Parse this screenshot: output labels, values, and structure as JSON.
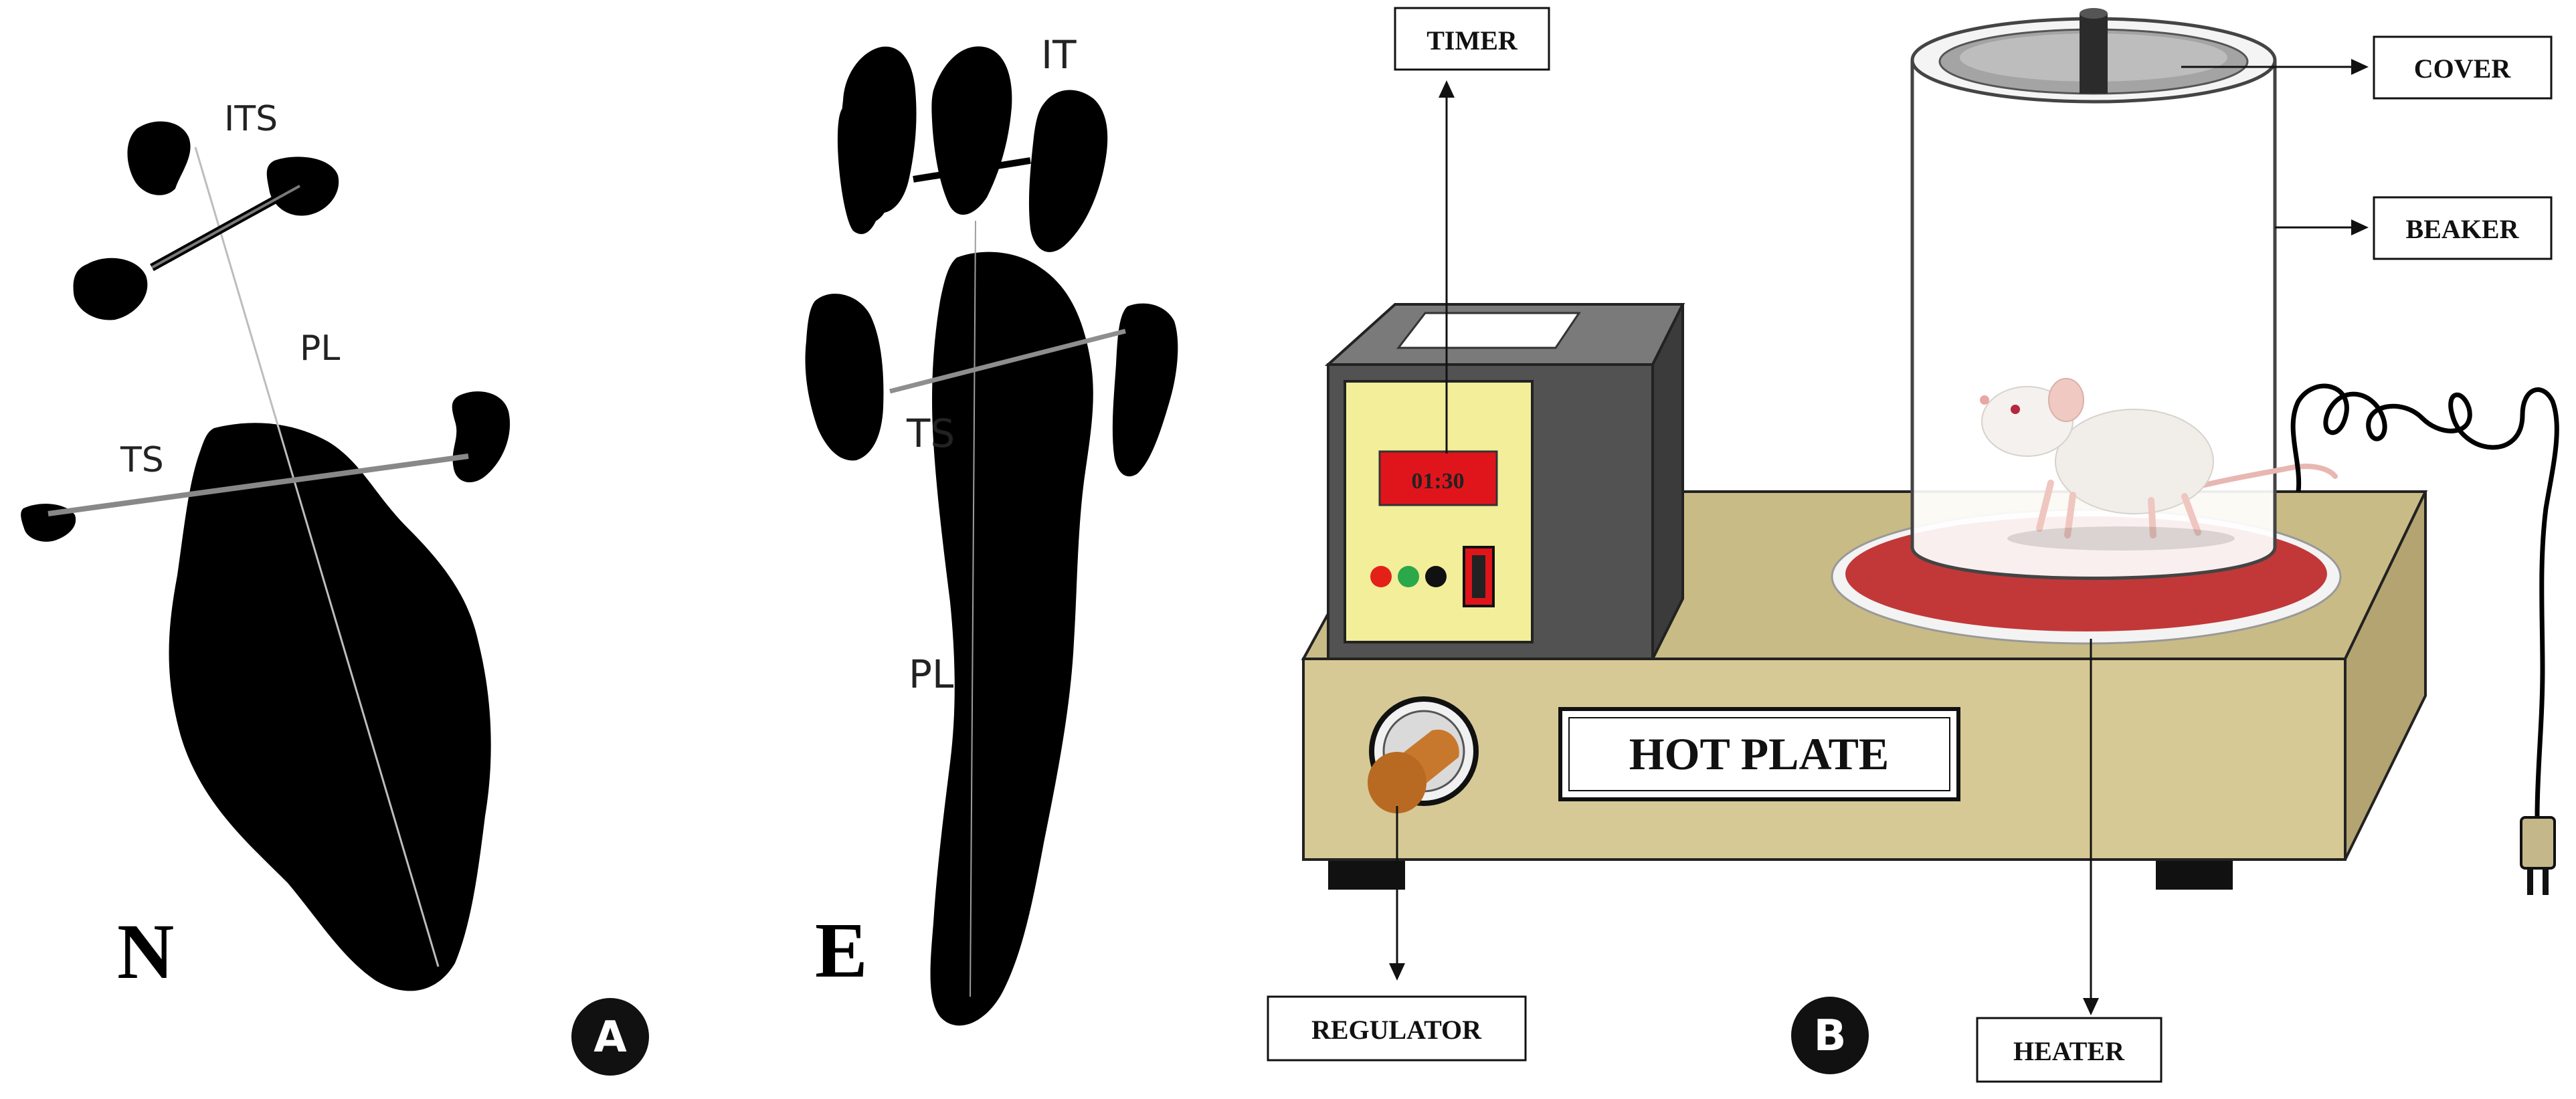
{
  "panel_a": {
    "normal_print": {
      "label_its": "ITS",
      "label_pl": "PL",
      "label_ts": "TS",
      "group_label": "N"
    },
    "experimental_print": {
      "label_it": "IT",
      "label_ts": "TS",
      "label_pl": "PL",
      "group_label": "E"
    },
    "badge": "A"
  },
  "panel_b": {
    "callouts": {
      "timer": "TIMER",
      "cover": "COVER",
      "beaker": "BEAKER",
      "regulator": "REGULATOR",
      "heater": "HEATER"
    },
    "timer_display": "01:30",
    "device_label": "HOT PLATE",
    "badge": "B"
  },
  "colors": {
    "print_black": "#000000",
    "timer_face": "#f2ee9a",
    "timer_display_bg": "#e0151b",
    "timer_body": "#525252",
    "plate_top": "#c9bb86",
    "plate_front": "#d6c995",
    "plate_side": "#b3a471",
    "heater_ring": "#c23838",
    "knob": "#c8782c",
    "led_red": "#e32119",
    "led_green": "#2aa84a",
    "led_black": "#111111"
  }
}
